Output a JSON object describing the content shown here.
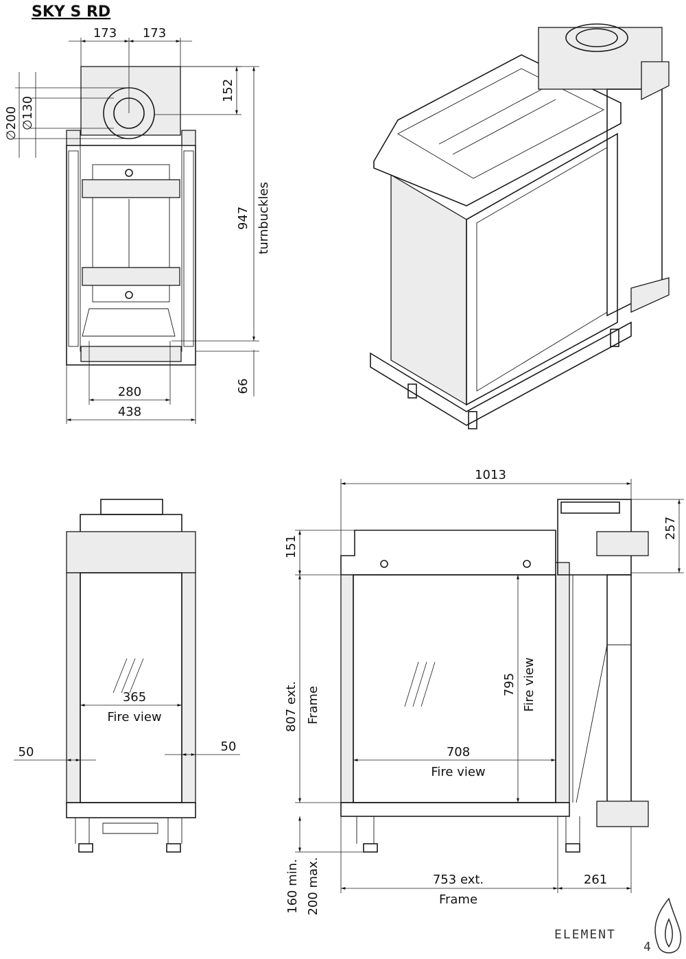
{
  "title": "SKY S RD",
  "top_view": {
    "dim_left": "173",
    "dim_right": "173",
    "dim_flue_offset": "152",
    "dia_outer": "∅200",
    "dia_inner": "∅130",
    "dim_height": "947",
    "turnbuckles_label": "turnbuckles",
    "dim_bottom": "66",
    "dim_inner_width": "280",
    "dim_width": "438"
  },
  "front_view": {
    "fire_view_width": "365",
    "fire_view_label": "Fire view",
    "margin_left": "50",
    "margin_right": "50"
  },
  "side_view": {
    "overall_width": "1013",
    "flue_height": "257",
    "top_height": "151",
    "frame_height": "807 ext.",
    "frame_height_label": "Frame",
    "fire_view_height": "795",
    "fire_view_height_label": "Fire view",
    "fire_view_width": "708",
    "fire_view_width_label": "Fire view",
    "leg_min": "160 min.",
    "leg_max": "200 max.",
    "frame_width": "753 ext.",
    "frame_width_label": "Frame",
    "depth": "261"
  },
  "logo": {
    "text": "ELEMENT",
    "number": "4"
  }
}
